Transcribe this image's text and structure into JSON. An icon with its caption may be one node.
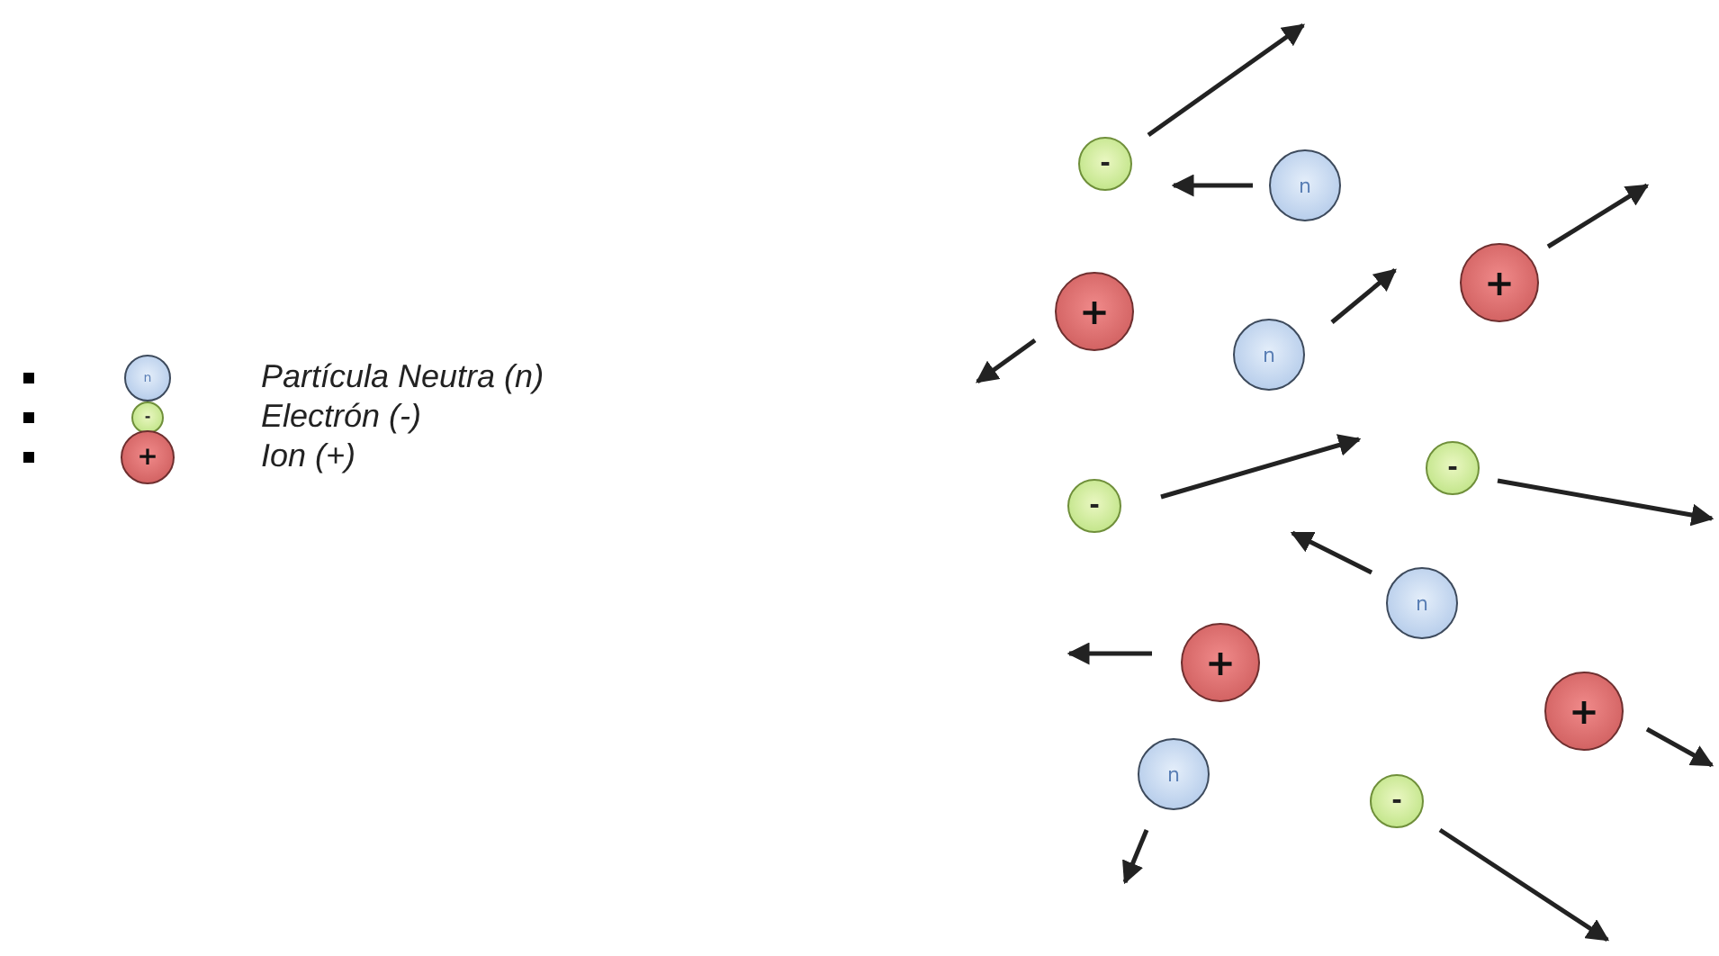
{
  "diagram": {
    "nodes": [
      {
        "text": [
          "-"
        ]
      },
      {
        "text": [
          "n"
        ]
      },
      {
        "text": [
          "+"
        ]
      },
      {
        "text": [
          "n"
        ]
      },
      {
        "text": [
          "+"
        ]
      },
      {
        "text": [
          "-"
        ]
      },
      {
        "text": [
          "-"
        ]
      },
      {
        "text": [
          "n"
        ]
      },
      {
        "text": [
          "+"
        ]
      },
      {
        "text": [
          "+"
        ]
      },
      {
        "text": [
          "n"
        ]
      },
      {
        "text": [
          "-"
        ]
      }
    ],
    "labels": [
      "n",
      "-",
      "+"
    ],
    "legend": [
      {
        "text": "Partícula Neutra (n)"
      },
      {
        "text": "Electrón (-)"
      },
      {
        "text": "Ion (+)"
      }
    ]
  }
}
